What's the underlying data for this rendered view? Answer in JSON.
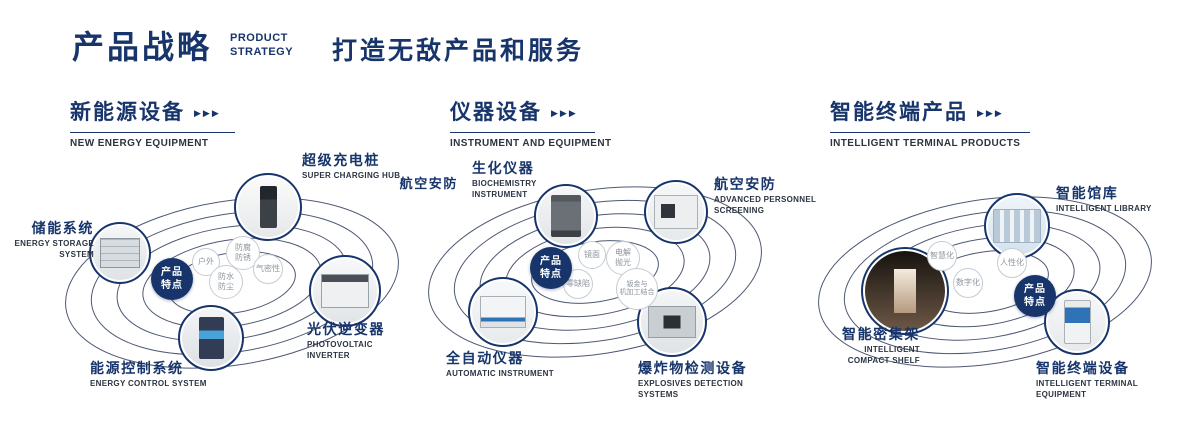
{
  "meta": {
    "accent": "#17356b",
    "arrow_icon": "▶▶▶"
  },
  "header": {
    "title": "产品战略",
    "subtitle": "PRODUCT\nSTRATEGY",
    "tagline": "打造无敌产品和服务"
  },
  "sections": [
    {
      "title": "新能源设备",
      "subtitle": "NEW ENERGY EQUIPMENT",
      "badge": "产品\n特点",
      "tags": [
        "户外",
        "防腐\n防锈",
        "气密性",
        "防水\n防尘"
      ],
      "products": [
        {
          "cn": "储能系统",
          "en": "ENERGY STORAGE SYSTEM",
          "photo": "storage-cabinet"
        },
        {
          "cn": "超级充电桩",
          "en": "SUPER CHARGING HUB",
          "photo": "charging-pile"
        },
        {
          "cn": "光伏逆变器",
          "en": "PHOTOVOLTAIC INVERTER",
          "photo": "inverter-cabinet"
        },
        {
          "cn": "能源控制系统",
          "en": "ENERGY CONTROL SYSTEM",
          "photo": "control-cabinet"
        }
      ]
    },
    {
      "title": "仪器设备",
      "subtitle": "INSTRUMENT AND EQUIPMENT",
      "badge": "产品\n特点",
      "side_label": "航空安防",
      "tags": [
        "镜面",
        "电解\n抛光",
        "零缺陷",
        "钣金与\n机加工结合"
      ],
      "products": [
        {
          "cn": "生化仪器",
          "en": "BIOCHEMISTRY INSTRUMENT",
          "photo": "biochemistry-cabinet"
        },
        {
          "cn": "航空安防",
          "en": "ADVANCED PERSONNEL SCREENING",
          "photo": "screening-machine"
        },
        {
          "cn": "全自动仪器",
          "en": "AUTOMATIC INSTRUMENT",
          "photo": "automatic-instrument"
        },
        {
          "cn": "爆炸物检测设备",
          "en": "EXPLOSIVES DETECTION SYSTEMS",
          "photo": "explosives-detector"
        }
      ]
    },
    {
      "title": "智能终端产品",
      "subtitle": "INTELLIGENT TERMINAL PRODUCTS",
      "badge": "产品\n特点",
      "tags": [
        "智慧化",
        "人性化",
        "数字化"
      ],
      "products": [
        {
          "cn": "智能馆库",
          "en": "INTELLIGENT LIBRARY",
          "photo": "library-room"
        },
        {
          "cn": "智能密集架",
          "en": "INTELLIGENT COMPACT SHELF",
          "photo": "compact-shelf"
        },
        {
          "cn": "智能终端设备",
          "en": "INTELLIGENT TERMINAL EQUIPMENT",
          "photo": "terminal-kiosk"
        }
      ]
    }
  ]
}
